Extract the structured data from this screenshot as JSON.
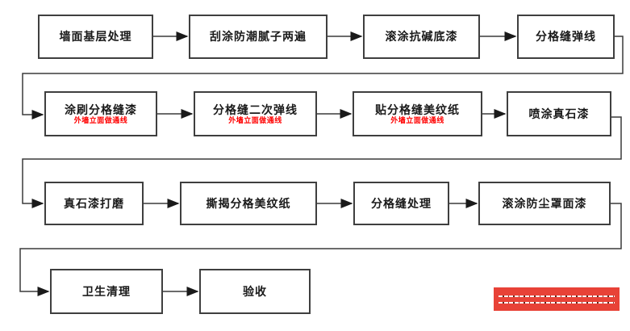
{
  "page": {
    "background_color": "#ffffff",
    "line_color": "#3a3a3a"
  },
  "flowchart": {
    "description": "exterior-wall real-stone paint construction process flow",
    "box_fill": "#ffffff",
    "box_border_color": "#3f3f3f",
    "label_color": "#1a1a1a",
    "note_color": "#ff0000",
    "rows": [
      {
        "steps": [
          {
            "label": "墙面基层处理"
          },
          {
            "label": "刮涂防潮腻子两遍"
          },
          {
            "label": "滚涂抗碱底漆"
          },
          {
            "label": "分格缝弹线"
          }
        ]
      },
      {
        "steps": [
          {
            "label": "涂刷分格缝漆",
            "note": "外墙立面做通线"
          },
          {
            "label": "分格缝二次弹线",
            "note": "外墙立面做通线"
          },
          {
            "label": "贴分格缝美纹纸",
            "note": "外墙立面做通线"
          },
          {
            "label": "喷涂真石漆"
          }
        ]
      },
      {
        "steps": [
          {
            "label": "真石漆打磨"
          },
          {
            "label": "撕揭分格美纹纸"
          },
          {
            "label": "分格缝处理"
          },
          {
            "label": "滚涂防尘罩面漆"
          }
        ]
      },
      {
        "steps": [
          {
            "label": "卫生清理"
          },
          {
            "label": "验收"
          }
        ]
      }
    ]
  },
  "watermark": {
    "color": "#e84237",
    "text": ""
  }
}
